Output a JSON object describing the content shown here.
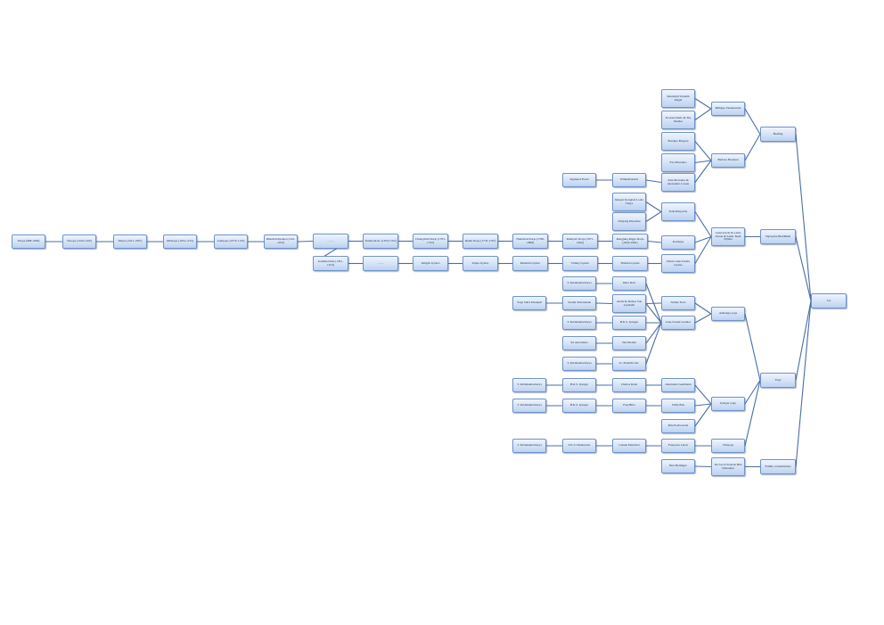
{
  "colors": {
    "node_fill": "#d3e2f7",
    "node_border": "#6f93c8",
    "link": "#4a6ea8"
  },
  "nodes": {
    "tilopa": "Tilopa (988-1069)",
    "naropa": "Naropa (1016-1100)",
    "marpa": "Marpa (1012-1097)",
    "milarepa": "Milarepa (1052-1135)",
    "gampopa": "Gampopa (1079-1153)",
    "dusum": "Düsum Khyenpa (1110-1193)",
    "dots1": "– – –",
    "gendun": "Gendün Drub (1391-1474)",
    "dots2": "– – –",
    "tsultrim_a": "Trulku Drolo (1676-1702)",
    "changchub": "Changchub Dorje (1703-1732)",
    "tsultrim_b": "Dudul Dorje (1733-1797)",
    "rabsel": "Thekchok Dorje (1798-1868)",
    "khakhyab": "Khakyab Dorje (1871-1922)",
    "rangjung": "Rangjung Rigpe Dorje (1924-1981)",
    "kongtrul": "Jamgon Kongtrul Lodro Thaye",
    "jamyang": "Jamyang Khyentse",
    "kalu": "Kalu Rinpoche",
    "karmapa": "Karmapa",
    "dalailama": "Dalai Lama Tenzin Gyatso",
    "tilopa_b": "Lama Kechi & Lama Ocean & Lama Tashi Nyima",
    "vajrayana": "Vajrayana Buddhism",
    "tsyen": "Jamgön Gyatso",
    "tenpa": "Tenpa Gyatso",
    "khedrub": "Khedrub Gyatso",
    "trinley": "Trinley Gyatso",
    "thubten": "Thubten Gyatso",
    "sigmund": "Sigmund Freud",
    "wilhelm": "Wilhelm Reich",
    "randolph": "Randolph Vandem Ziegel",
    "sriaurobindo_mother": "Sri Aurobindo & The Mother",
    "philippe": "Philippe Vandenwent",
    "healing": "Healing",
    "boadjoe": "Boadjoe Bruyere",
    "eva": "Eva Pierrakos",
    "john": "John Pierrakos & Alexander Lowen",
    "barbara": "Barbara Brennan",
    "tk1": "T. Krishnamacharya",
    "indra": "Indra Devi",
    "yoga_sutra": "Yoga Sutra Patanjali",
    "swami": "Swami Shivananda",
    "andre": "André & Denise Van Lysebeth",
    "sabine": "Sabine Nora",
    "jean": "Jean-Claude Garnier",
    "ashtanga": "Ashtanga yoga",
    "tk2": "T. Krishnamacharya",
    "bks1": "B.K.S. Iyengar",
    "sri": "Sri Aurobindo",
    "mother": "The Mother",
    "tk3": "T. Krishnamacharya",
    "pattabhi": "K. Pattabhi Jois",
    "yoga": "Yoga",
    "tk4": "T. Krishnamacharya",
    "bks2": "B.K.S. Iyengar",
    "charles": "Charles Rand",
    "antoinette": "Antoinette Gentmann",
    "tk5": "T. Krishnamacharya",
    "bks3": "B.K.S. Iyengar",
    "faiq": "Faiq Bitta",
    "willy": "Willy Bok",
    "iyengar": "Iyengar yoga",
    "rita": "Rita Poelwoerde",
    "tk6": "T. Krishnamacharya",
    "tkv": "T.K.V. Desikachar",
    "claude": "Claude Maréchal",
    "francoise": "Françoise Leloir",
    "viniyoga": "Viniyoga",
    "bert": "Bert Hellinger",
    "janjacob": "Jan Jacob Stam & Bibi Schreuder",
    "family": "Family constellations",
    "joe": "Joe"
  }
}
